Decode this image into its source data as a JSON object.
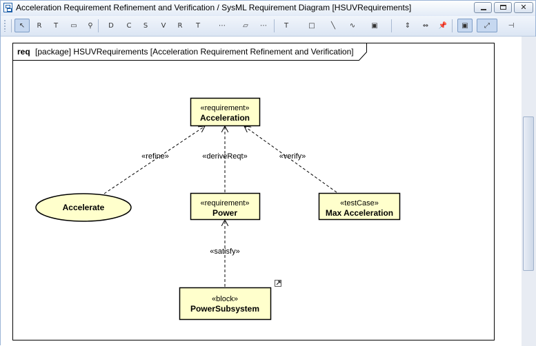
{
  "window": {
    "title": "Acceleration Requirement Refinement and Verification / SysML Requirement Diagram [HSUVRequirements]"
  },
  "toolbar": {
    "tools": [
      {
        "name": "select-tool-icon",
        "glyph": "↖",
        "active": true
      },
      {
        "name": "requirement-tool-icon",
        "glyph": "R"
      },
      {
        "name": "text-box-tool-icon",
        "glyph": "T"
      },
      {
        "name": "package-tool-icon",
        "glyph": "▭"
      },
      {
        "name": "pin-tool-icon",
        "glyph": "⚲"
      },
      {
        "name": "derive-tool-icon",
        "glyph": "D"
      },
      {
        "name": "copy-tool-icon",
        "glyph": "C"
      },
      {
        "name": "satisfy-tool-icon",
        "glyph": "S"
      },
      {
        "name": "verify-tool-icon",
        "glyph": "V"
      },
      {
        "name": "refine-tool-icon",
        "glyph": "R"
      },
      {
        "name": "trace-tool-icon",
        "glyph": "T"
      },
      {
        "name": "dependency-tool-icon",
        "glyph": "⋯"
      },
      {
        "name": "note-tool-icon",
        "glyph": "▱"
      },
      {
        "name": "anchor-tool-icon",
        "glyph": "⋯"
      },
      {
        "name": "text-tool-icon",
        "glyph": "T"
      },
      {
        "name": "rectangle-tool-icon",
        "glyph": "□"
      },
      {
        "name": "line-tool-icon",
        "glyph": "╲"
      },
      {
        "name": "curve-tool-icon",
        "glyph": "∿"
      },
      {
        "name": "image-tool-icon",
        "glyph": "▣"
      },
      {
        "name": "vertical-spacing-icon",
        "glyph": "⇕"
      },
      {
        "name": "horizontal-spacing-icon",
        "glyph": "⇔"
      },
      {
        "name": "pin-icon",
        "glyph": "📌"
      },
      {
        "name": "port-tool-icon",
        "glyph": "▣",
        "active": true
      },
      {
        "name": "path-style-icon",
        "glyph": "⤢",
        "active": true
      },
      {
        "name": "layout-icon",
        "glyph": "⊣"
      }
    ]
  },
  "diagram": {
    "frame": {
      "kind": "req",
      "label": "[package] HSUVRequirements [Acceleration Requirement Refinement and Verification]"
    },
    "nodes": {
      "acceleration": {
        "stereotype": "«requirement»",
        "name": "Acceleration"
      },
      "power": {
        "stereotype": "«requirement»",
        "name": "Power"
      },
      "max_acceleration": {
        "stereotype": "«testCase»",
        "name": "Max Acceleration"
      },
      "accelerate": {
        "name": "Accelerate"
      },
      "power_subsystem": {
        "stereotype": "«block»",
        "name": "PowerSubsystem"
      }
    },
    "edges": {
      "refine": "«refine»",
      "derive": "«deriveReqt»",
      "verify": "«verify»",
      "satisfy": "«satisfy»"
    }
  },
  "colors": {
    "node_fill": "#ffffcc",
    "window_chrome": "#dfe8f6",
    "frame_border": "#000000"
  }
}
